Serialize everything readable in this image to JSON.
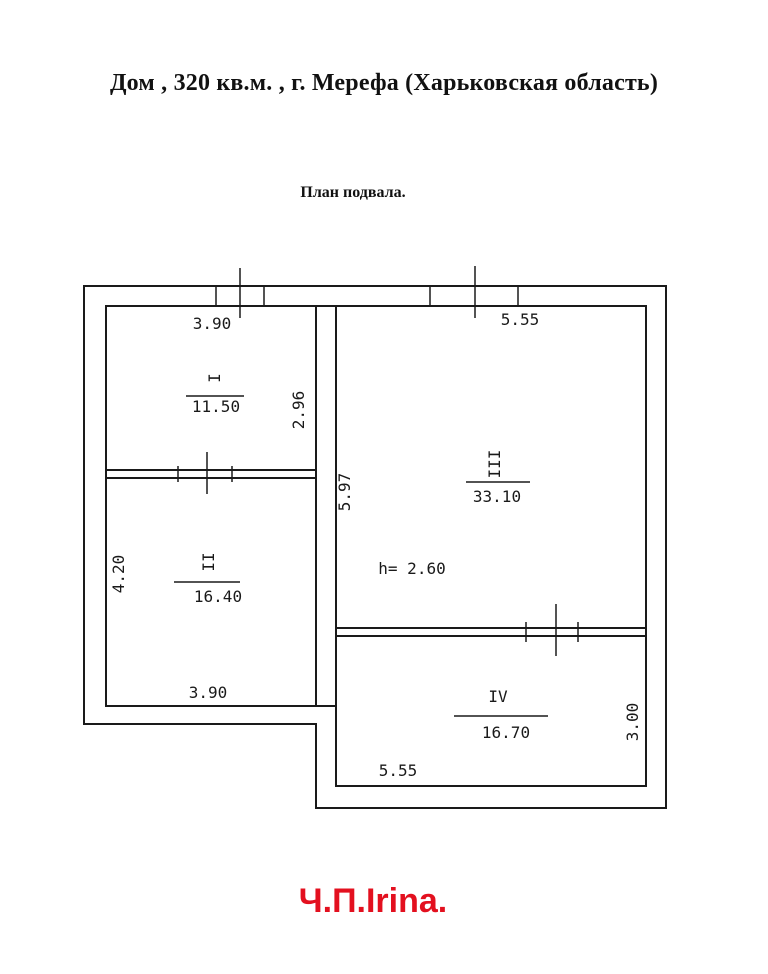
{
  "title": "Дом , 320 кв.м.  , г. Мерефа (Харьковская область)",
  "subtitle": "План подвала.",
  "rooms": {
    "room1": {
      "number": "I",
      "area": "11.50"
    },
    "room2": {
      "number": "II",
      "area": "16.40"
    },
    "room3": {
      "number": "III",
      "area": "33.10"
    },
    "room4": {
      "number": "IV",
      "area": "16.70"
    }
  },
  "dimensions": {
    "top_left_width": "3.90",
    "top_right_width": "5.55",
    "room1_height": "2.96",
    "room3_height": "5.97",
    "room2_height": "4.20",
    "bottom_left_width": "3.90",
    "bottom_right_width": "5.55",
    "room4_height": "3.00"
  },
  "ceiling_height": "h= 2.60",
  "brand": "Ч.П.Irina.",
  "colors": {
    "brand": "#e3101f",
    "lines": "#1a1a1a"
  }
}
